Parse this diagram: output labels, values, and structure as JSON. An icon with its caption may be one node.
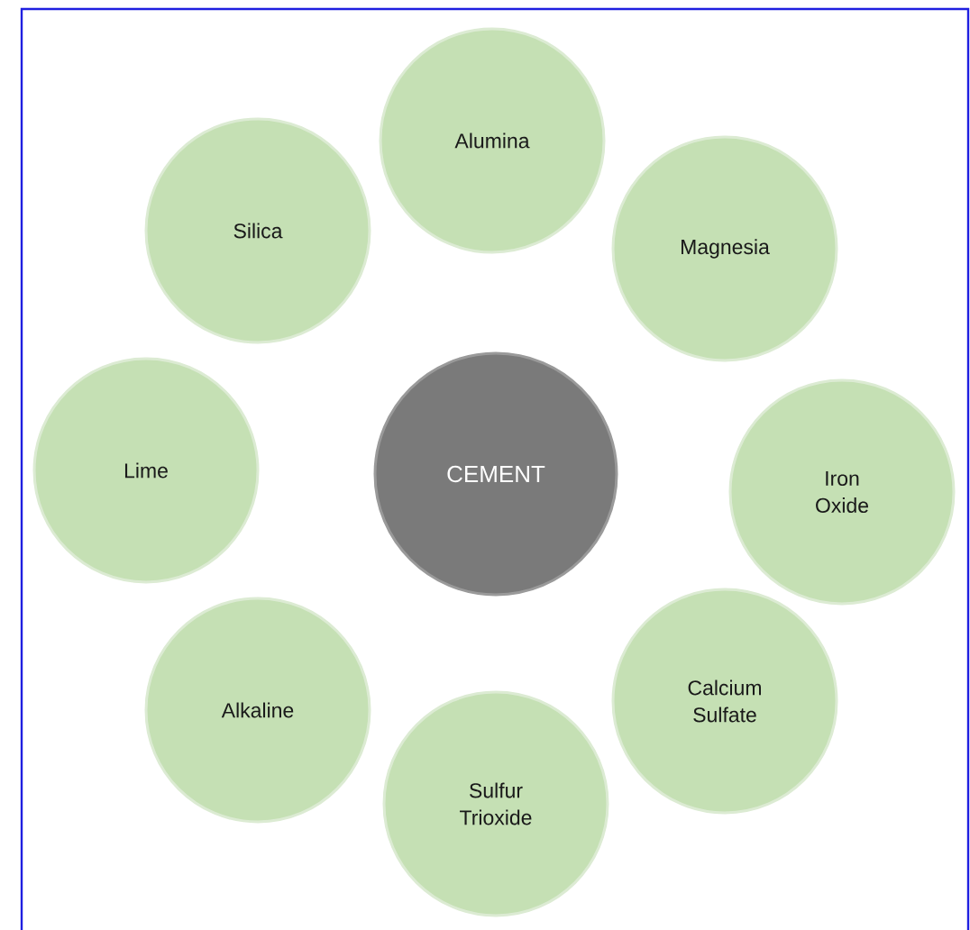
{
  "diagram": {
    "nodes": [
      {
        "text": [
          "CEMENT"
        ]
      },
      {
        "text": [
          "Alumina"
        ]
      },
      {
        "text": [
          "Magnesia"
        ]
      },
      {
        "text": [
          "Iron Oxide"
        ]
      },
      {
        "text": [
          "Calcium Sulfate"
        ]
      },
      {
        "text": [
          "Sulfur Trioxide"
        ]
      },
      {
        "text": [
          "Alkaline"
        ]
      },
      {
        "text": [
          "Lime"
        ]
      },
      {
        "text": [
          "Silica"
        ]
      }
    ]
  }
}
